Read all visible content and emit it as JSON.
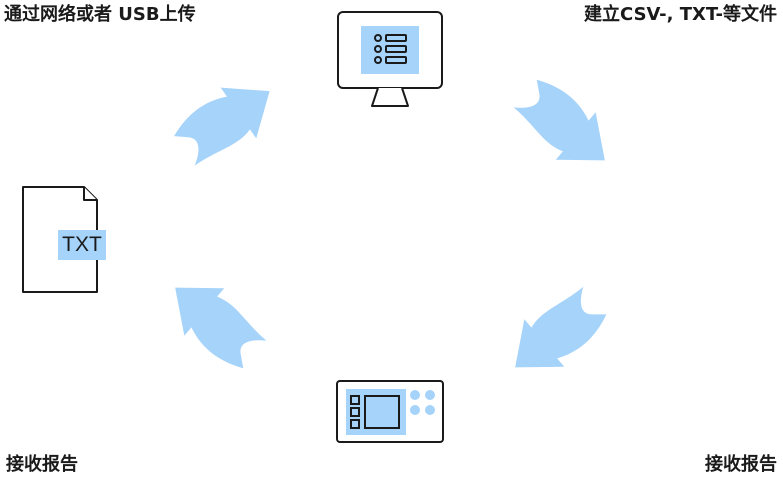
{
  "captions": {
    "top_left": "通过网络或者 USB上传",
    "top_right": "建立CSV-, TXT-等文件",
    "bottom_left": "接收报告",
    "bottom_right": "接收报告"
  },
  "file_badge": "TXT",
  "colors": {
    "arrow": "#a6d3fa",
    "outline": "#1a1a1a",
    "screen_fill": "#a6d3fa",
    "device_fill": "#a6d3fa"
  },
  "icons": [
    "monitor-list-icon",
    "device-panel-icon",
    "txt-file-icon",
    "cycle-arrow-icon"
  ]
}
